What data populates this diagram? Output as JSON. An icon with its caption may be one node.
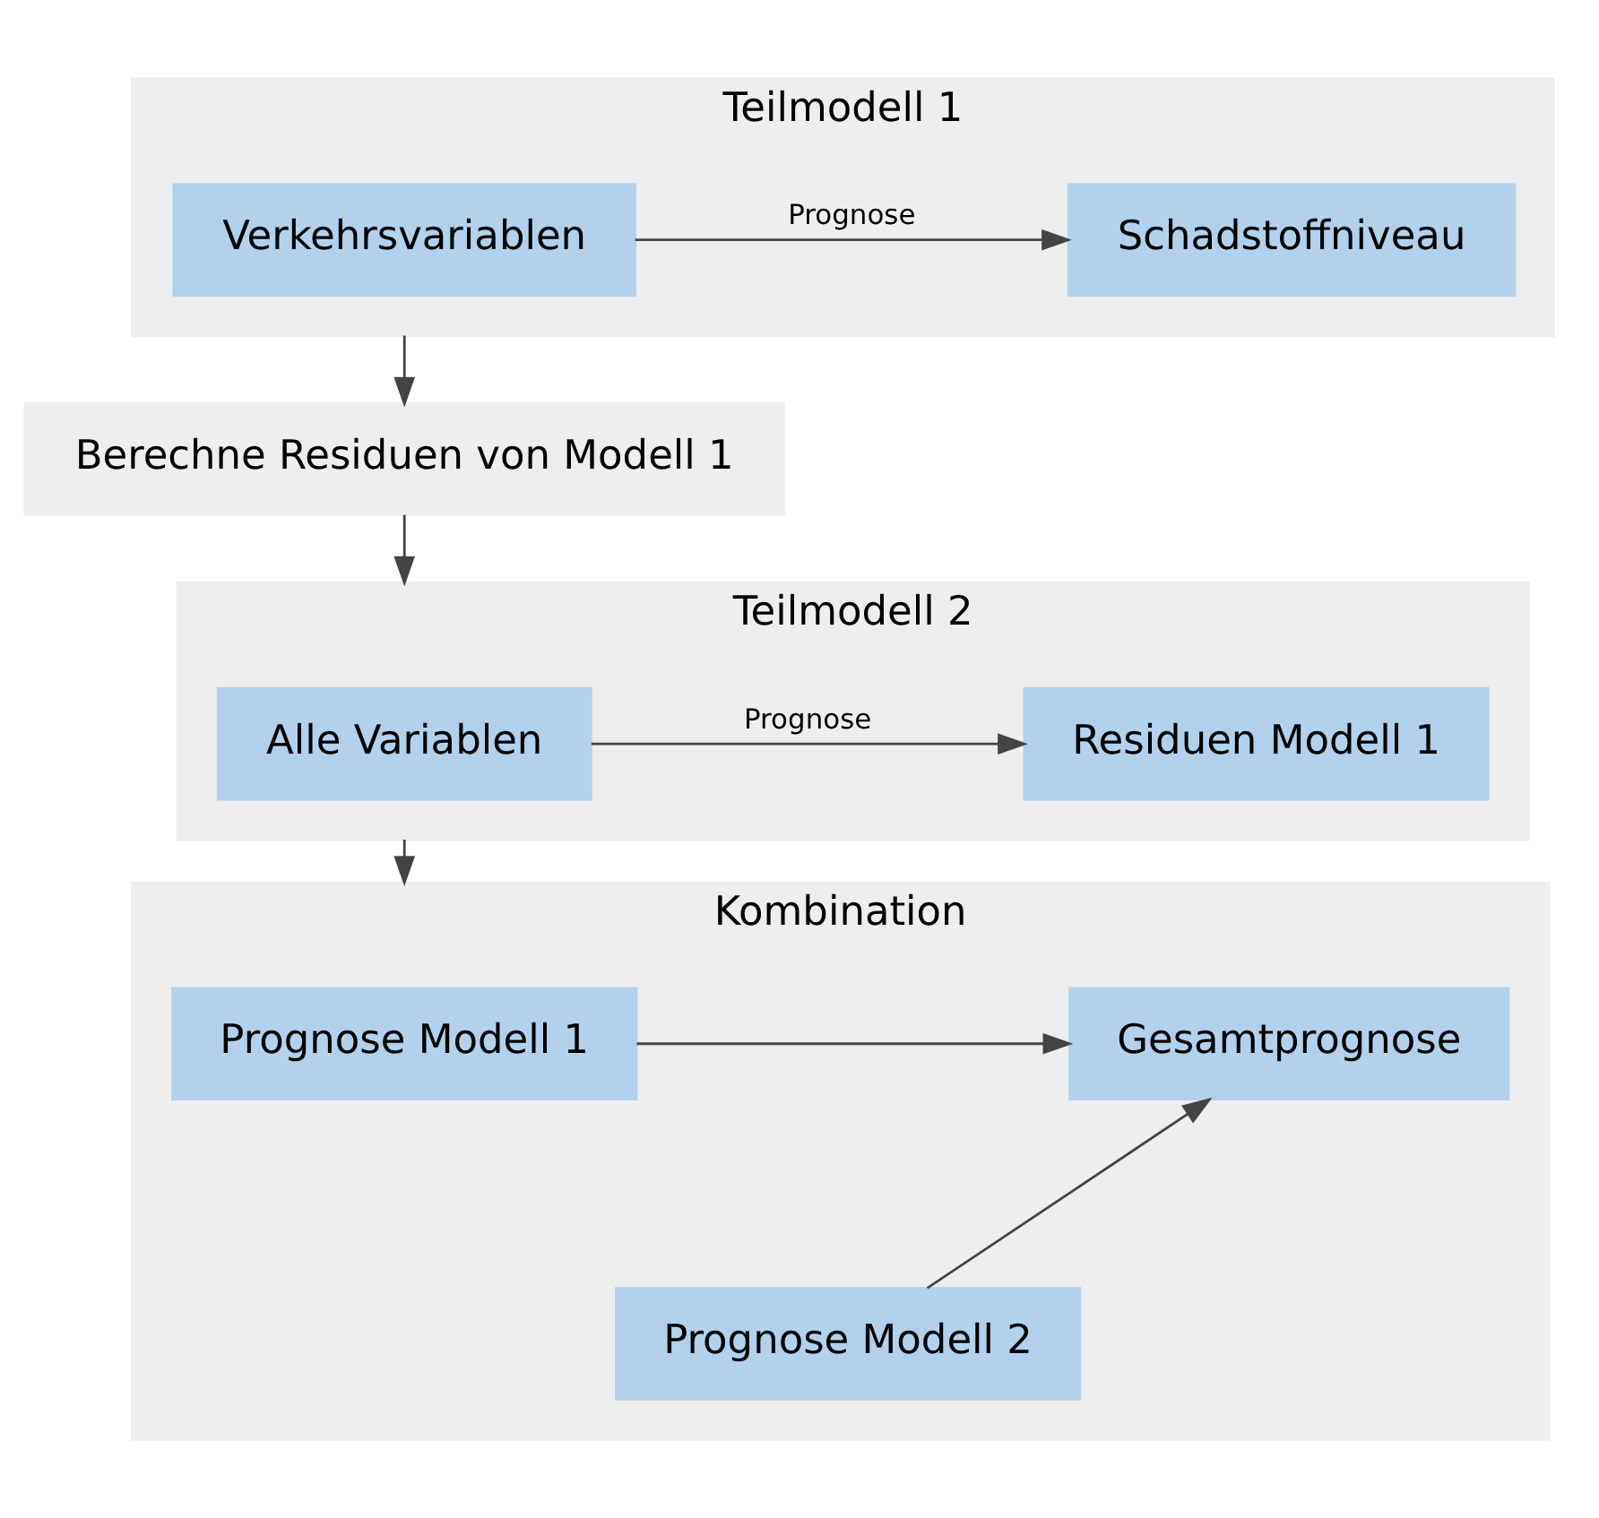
{
  "diagram": {
    "nodes": [
      {
        "text": [
          "Teilmodell 1"
        ]
      },
      {
        "text": [
          "Verkehrsvariablen"
        ],
        "in": 0
      },
      {
        "text": [
          "Schadstoffniveau"
        ],
        "in": 0
      },
      {
        "text": [
          "Berechne Residuen von Modell 1"
        ]
      },
      {
        "text": [
          "Teilmodell 2"
        ]
      },
      {
        "text": [
          "Alle Variablen"
        ],
        "in": 4
      },
      {
        "text": [
          "Residuen Modell 1"
        ],
        "in": 4
      },
      {
        "text": [
          "Kombination"
        ]
      },
      {
        "text": [
          "Prognose Modell 1"
        ],
        "in": 7
      },
      {
        "text": [
          "Prognose Modell 2"
        ],
        "in": 7
      },
      {
        "text": [
          "Gesamtprognose"
        ],
        "in": 7
      }
    ],
    "edges": [
      {
        "from": 1,
        "to": 2,
        "arrow": "to",
        "label": "Prognose"
      },
      {
        "from": 0,
        "to": 3,
        "arrow": "to"
      },
      {
        "from": 3,
        "to": 4,
        "arrow": "to"
      },
      {
        "from": 5,
        "to": 6,
        "arrow": "to",
        "label": "Prognose"
      },
      {
        "from": 4,
        "to": 7,
        "arrow": "to"
      },
      {
        "from": 8,
        "to": 10,
        "arrow": "to"
      },
      {
        "from": 9,
        "to": 10,
        "arrow": "to"
      }
    ]
  }
}
